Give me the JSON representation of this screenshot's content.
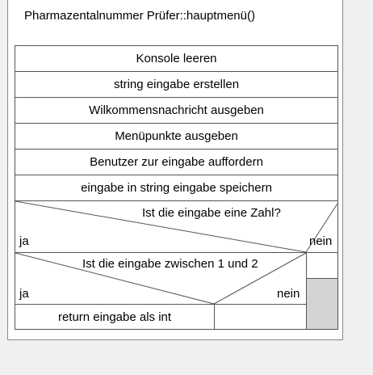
{
  "title": "Pharmazentalnummer Prüfer::hauptmenü()",
  "statements": [
    "Konsole leeren",
    "string eingabe erstellen",
    "Wilkommensnachricht ausgeben",
    "Menüpunkte ausgeben",
    "Benutzer zur eingabe auffordern",
    "eingabe in string eingabe speichern"
  ],
  "decision1": {
    "condition": "Ist die eingabe eine Zahl?",
    "yes": "ja",
    "no": "nein"
  },
  "decision2": {
    "condition": "Ist die eingabe zwischen 1 und 2",
    "yes": "ja",
    "no": "nein"
  },
  "return_stmt": "return eingabe als int",
  "colors": {
    "background": "#f0f0f0",
    "panel": "#ffffff",
    "border": "#555555",
    "empty_block": "#d3d3d3"
  }
}
